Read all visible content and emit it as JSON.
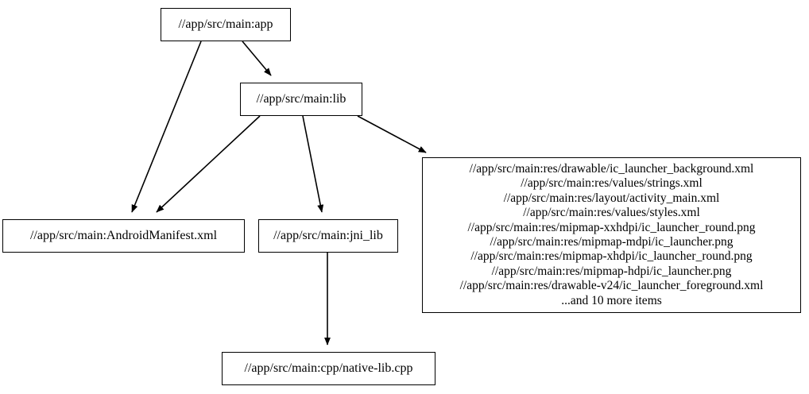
{
  "graph": {
    "type": "directed-dependency-graph",
    "nodes": [
      {
        "id": "app",
        "label": "//app/src/main:app"
      },
      {
        "id": "lib",
        "label": "//app/src/main:lib"
      },
      {
        "id": "manifest",
        "label": "//app/src/main:AndroidManifest.xml"
      },
      {
        "id": "jni_lib",
        "label": "//app/src/main:jni_lib"
      },
      {
        "id": "native_lib",
        "label": "//app/src/main:cpp/native-lib.cpp"
      },
      {
        "id": "resources",
        "lines": [
          "//app/src/main:res/drawable/ic_launcher_background.xml",
          "//app/src/main:res/values/strings.xml",
          "//app/src/main:res/layout/activity_main.xml",
          "//app/src/main:res/values/styles.xml",
          "//app/src/main:res/mipmap-xxhdpi/ic_launcher_round.png",
          "//app/src/main:res/mipmap-mdpi/ic_launcher.png",
          "//app/src/main:res/mipmap-xhdpi/ic_launcher_round.png",
          "//app/src/main:res/mipmap-hdpi/ic_launcher.png",
          "//app/src/main:res/drawable-v24/ic_launcher_foreground.xml",
          "...and 10 more items"
        ]
      }
    ],
    "edges": [
      {
        "from": "app",
        "to": "manifest"
      },
      {
        "from": "app",
        "to": "lib"
      },
      {
        "from": "lib",
        "to": "manifest"
      },
      {
        "from": "lib",
        "to": "jni_lib"
      },
      {
        "from": "lib",
        "to": "resources"
      },
      {
        "from": "jni_lib",
        "to": "native_lib"
      }
    ],
    "colors": {
      "background": "#ffffff",
      "node_fill": "#ffffff",
      "node_stroke": "#000000",
      "edge_stroke": "#000000",
      "text": "#000000"
    }
  }
}
